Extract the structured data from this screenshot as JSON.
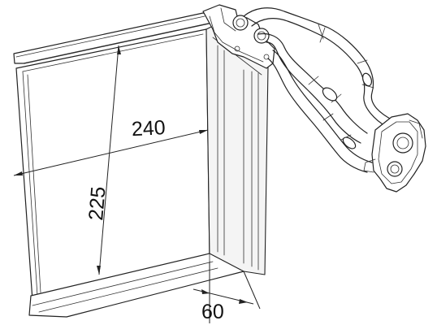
{
  "dimensions": {
    "width": "240",
    "height": "225",
    "depth": "60"
  }
}
